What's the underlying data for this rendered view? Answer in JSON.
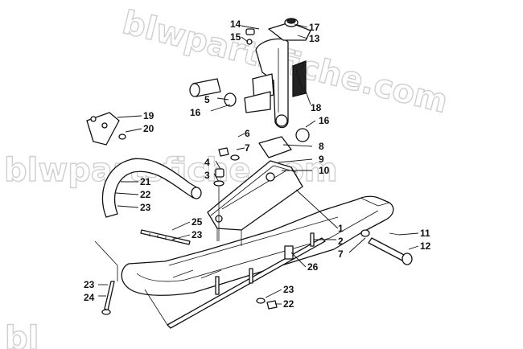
{
  "watermark": {
    "text_top": "blwpartsfiche.com",
    "text_left": "blwpartsfiche.com",
    "text_bottom": "bl",
    "color": "#cfcfcf"
  },
  "callouts": [
    {
      "id": "c14",
      "label": "14"
    },
    {
      "id": "c15",
      "label": "15"
    },
    {
      "id": "c17",
      "label": "17"
    },
    {
      "id": "c13",
      "label": "13"
    },
    {
      "id": "c5",
      "label": "5"
    },
    {
      "id": "c16a",
      "label": "16"
    },
    {
      "id": "c18",
      "label": "18"
    },
    {
      "id": "c16b",
      "label": "16"
    },
    {
      "id": "c19",
      "label": "19"
    },
    {
      "id": "c20",
      "label": "20"
    },
    {
      "id": "c6",
      "label": "6"
    },
    {
      "id": "c7a",
      "label": "7"
    },
    {
      "id": "c8",
      "label": "8"
    },
    {
      "id": "c9",
      "label": "9"
    },
    {
      "id": "c10",
      "label": "10"
    },
    {
      "id": "c4",
      "label": "4"
    },
    {
      "id": "c3",
      "label": "3"
    },
    {
      "id": "c21",
      "label": "21"
    },
    {
      "id": "c22a",
      "label": "22"
    },
    {
      "id": "c23a",
      "label": "23"
    },
    {
      "id": "c25",
      "label": "25"
    },
    {
      "id": "c23b",
      "label": "23"
    },
    {
      "id": "c1",
      "label": "1"
    },
    {
      "id": "c2",
      "label": "2"
    },
    {
      "id": "c7b",
      "label": "7"
    },
    {
      "id": "c11",
      "label": "11"
    },
    {
      "id": "c12",
      "label": "12"
    },
    {
      "id": "c26",
      "label": "26"
    },
    {
      "id": "c23c",
      "label": "23"
    },
    {
      "id": "c24",
      "label": "24"
    },
    {
      "id": "c23d",
      "label": "23"
    },
    {
      "id": "c22b",
      "label": "22"
    }
  ]
}
